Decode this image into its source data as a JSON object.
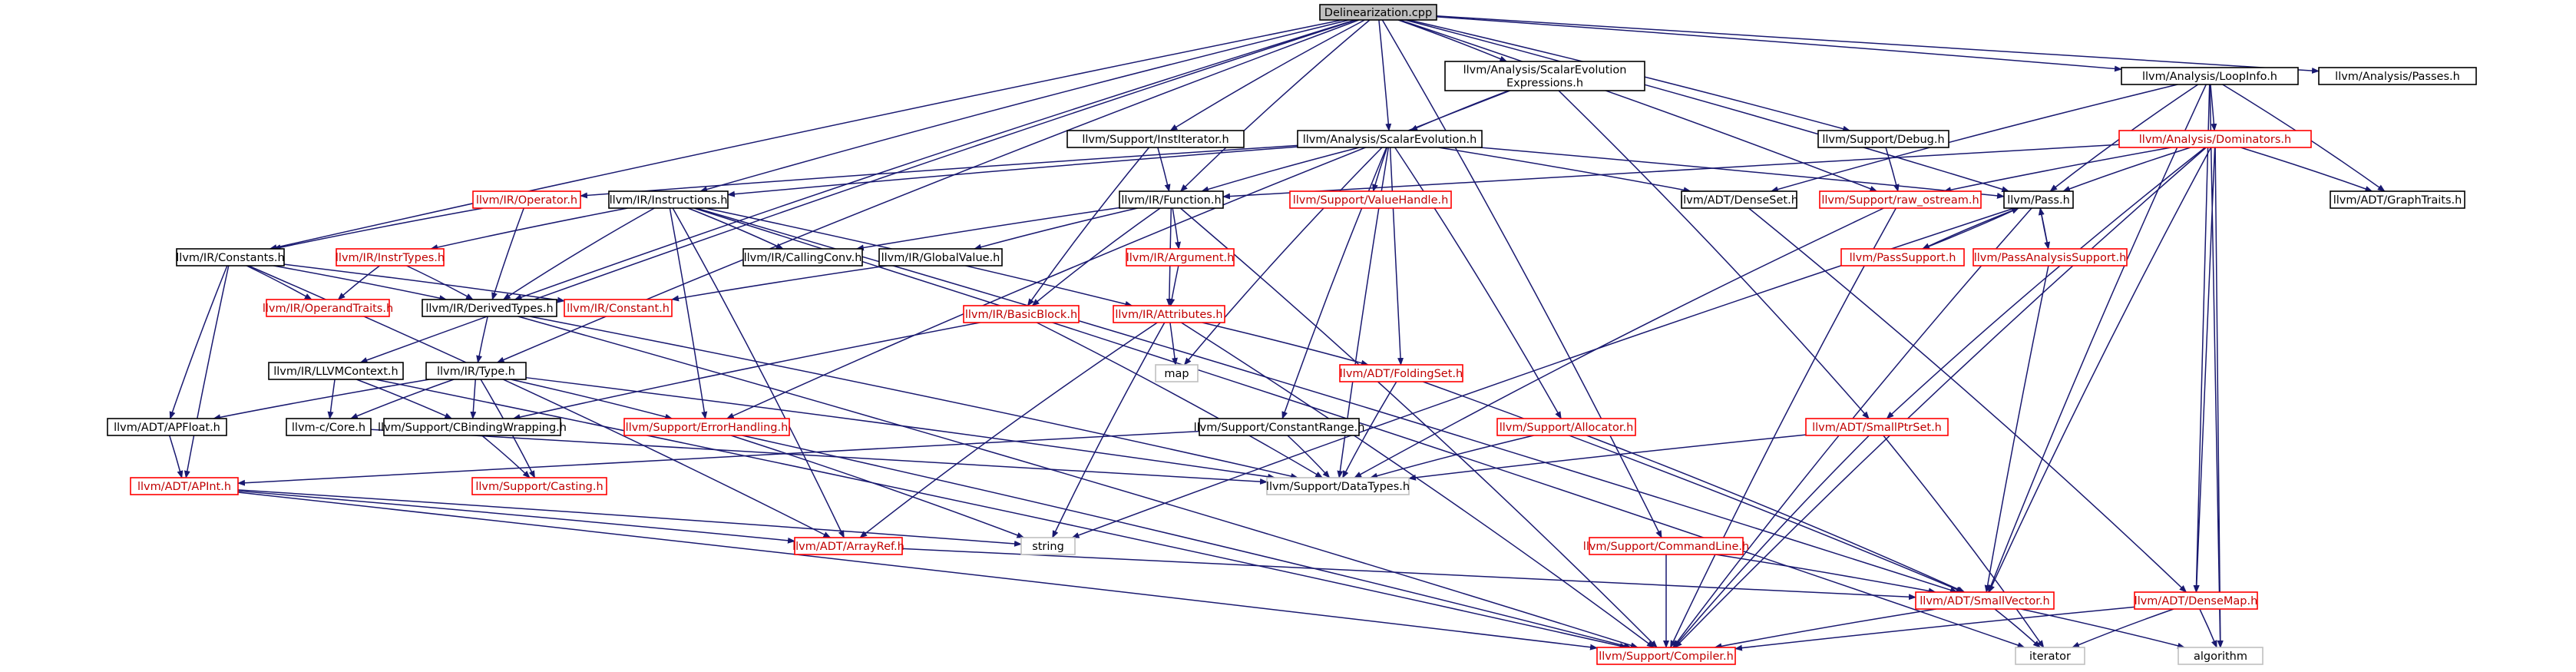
{
  "colors": {
    "background": "#ffffff",
    "edge": "#191970",
    "arrowhead": "#191970",
    "node_border": "#000000",
    "node_fill": "#ffffff",
    "root_fill": "#bfbfbf",
    "linked_text": "#000000",
    "red_border": "#ff0000",
    "red_text": "#c00000",
    "external_border": "#bfbfbf",
    "external_text": "#000000"
  },
  "root": {
    "id": "root",
    "label": "Delinearization.cpp"
  },
  "nodes": [
    {
      "id": "root",
      "lines": [
        "Delinearization.cpp"
      ],
      "style": "root"
    },
    {
      "id": "sexp",
      "lines": [
        "llvm/Analysis/ScalarEvolution",
        "Expressions.h"
      ],
      "style": "black"
    },
    {
      "id": "loopinfo",
      "lines": [
        "llvm/Analysis/LoopInfo.h"
      ],
      "style": "black"
    },
    {
      "id": "passes",
      "lines": [
        "llvm/Analysis/Passes.h"
      ],
      "style": "black"
    },
    {
      "id": "instit",
      "lines": [
        "llvm/Support/InstIterator.h"
      ],
      "style": "black"
    },
    {
      "id": "se",
      "lines": [
        "llvm/Analysis/ScalarEvolution.h"
      ],
      "style": "black"
    },
    {
      "id": "sdebug",
      "lines": [
        "llvm/Support/Debug.h"
      ],
      "style": "black"
    },
    {
      "id": "dominators",
      "lines": [
        "llvm/Analysis/Dominators.h"
      ],
      "style": "red"
    },
    {
      "id": "operator",
      "lines": [
        "llvm/IR/Operator.h"
      ],
      "style": "red"
    },
    {
      "id": "instructions",
      "lines": [
        "llvm/IR/Instructions.h"
      ],
      "style": "black"
    },
    {
      "id": "function",
      "lines": [
        "llvm/IR/Function.h"
      ],
      "style": "black"
    },
    {
      "id": "valuehandle",
      "lines": [
        "llvm/Support/ValueHandle.h"
      ],
      "style": "red"
    },
    {
      "id": "denseset",
      "lines": [
        "llvm/ADT/DenseSet.h"
      ],
      "style": "black"
    },
    {
      "id": "rawostream",
      "lines": [
        "llvm/Support/raw_ostream.h"
      ],
      "style": "red"
    },
    {
      "id": "pass",
      "lines": [
        "llvm/Pass.h"
      ],
      "style": "black"
    },
    {
      "id": "graphtraits",
      "lines": [
        "llvm/ADT/GraphTraits.h"
      ],
      "style": "black"
    },
    {
      "id": "constants",
      "lines": [
        "llvm/IR/Constants.h"
      ],
      "style": "black"
    },
    {
      "id": "instrtypes",
      "lines": [
        "llvm/IR/InstrTypes.h"
      ],
      "style": "red"
    },
    {
      "id": "callingconv",
      "lines": [
        "llvm/IR/CallingConv.h"
      ],
      "style": "black"
    },
    {
      "id": "globalvalue",
      "lines": [
        "llvm/IR/GlobalValue.h"
      ],
      "style": "black"
    },
    {
      "id": "argument",
      "lines": [
        "llvm/IR/Argument.h"
      ],
      "style": "red"
    },
    {
      "id": "passsupport",
      "lines": [
        "llvm/PassSupport.h"
      ],
      "style": "red"
    },
    {
      "id": "passanalysis",
      "lines": [
        "llvm/PassAnalysisSupport.h"
      ],
      "style": "red"
    },
    {
      "id": "operandtraits",
      "lines": [
        "llvm/IR/OperandTraits.h"
      ],
      "style": "red"
    },
    {
      "id": "derivedtypes",
      "lines": [
        "llvm/IR/DerivedTypes.h"
      ],
      "style": "black"
    },
    {
      "id": "constant",
      "lines": [
        "llvm/IR/Constant.h"
      ],
      "style": "red"
    },
    {
      "id": "basicblock",
      "lines": [
        "llvm/IR/BasicBlock.h"
      ],
      "style": "red"
    },
    {
      "id": "attributes",
      "lines": [
        "llvm/IR/Attributes.h"
      ],
      "style": "red"
    },
    {
      "id": "map",
      "lines": [
        "map"
      ],
      "style": "external"
    },
    {
      "id": "foldingset",
      "lines": [
        "llvm/ADT/FoldingSet.h"
      ],
      "style": "red"
    },
    {
      "id": "llvmcontext",
      "lines": [
        "llvm/IR/LLVMContext.h"
      ],
      "style": "black"
    },
    {
      "id": "type",
      "lines": [
        "llvm/IR/Type.h"
      ],
      "style": "black"
    },
    {
      "id": "apfloat",
      "lines": [
        "llvm/ADT/APFloat.h"
      ],
      "style": "black"
    },
    {
      "id": "corec",
      "lines": [
        "llvm-c/Core.h"
      ],
      "style": "black"
    },
    {
      "id": "cbinding",
      "lines": [
        "llvm/Support/CBindingWrapping.h"
      ],
      "style": "black"
    },
    {
      "id": "errorhandling",
      "lines": [
        "llvm/Support/ErrorHandling.h"
      ],
      "style": "red"
    },
    {
      "id": "constantrange",
      "lines": [
        "llvm/Support/ConstantRange.h"
      ],
      "style": "black"
    },
    {
      "id": "allocator",
      "lines": [
        "llvm/Support/Allocator.h"
      ],
      "style": "red"
    },
    {
      "id": "smallptrset",
      "lines": [
        "llvm/ADT/SmallPtrSet.h"
      ],
      "style": "red"
    },
    {
      "id": "apint",
      "lines": [
        "llvm/ADT/APInt.h"
      ],
      "style": "red"
    },
    {
      "id": "casting",
      "lines": [
        "llvm/Support/Casting.h"
      ],
      "style": "red"
    },
    {
      "id": "datatypes",
      "lines": [
        "llvm/Support/DataTypes.h"
      ],
      "style": "external"
    },
    {
      "id": "string",
      "lines": [
        "string"
      ],
      "style": "external"
    },
    {
      "id": "arrayref",
      "lines": [
        "llvm/ADT/ArrayRef.h"
      ],
      "style": "red"
    },
    {
      "id": "commandline",
      "lines": [
        "llvm/Support/CommandLine.h"
      ],
      "style": "red"
    },
    {
      "id": "smallvector",
      "lines": [
        "llvm/ADT/SmallVector.h"
      ],
      "style": "red"
    },
    {
      "id": "densemap",
      "lines": [
        "llvm/ADT/DenseMap.h"
      ],
      "style": "red"
    },
    {
      "id": "compiler",
      "lines": [
        "llvm/Support/Compiler.h"
      ],
      "style": "red"
    },
    {
      "id": "iterator",
      "lines": [
        "iterator"
      ],
      "style": "external"
    },
    {
      "id": "algorithm",
      "lines": [
        "algorithm"
      ],
      "style": "external"
    }
  ],
  "edges": [
    [
      "root",
      "sexp"
    ],
    [
      "root",
      "loopinfo"
    ],
    [
      "root",
      "passes"
    ],
    [
      "root",
      "instit"
    ],
    [
      "root",
      "se"
    ],
    [
      "root",
      "sdebug"
    ],
    [
      "root",
      "instructions"
    ],
    [
      "root",
      "function"
    ],
    [
      "root",
      "rawostream"
    ],
    [
      "root",
      "pass"
    ],
    [
      "root",
      "constants"
    ],
    [
      "root",
      "derivedtypes"
    ],
    [
      "root",
      "llvmcontext"
    ],
    [
      "root",
      "type"
    ],
    [
      "root",
      "commandline"
    ],
    [
      "sexp",
      "se"
    ],
    [
      "sexp",
      "errorhandling"
    ],
    [
      "sexp",
      "smallptrset"
    ],
    [
      "loopinfo",
      "dominators"
    ],
    [
      "loopinfo",
      "pass"
    ],
    [
      "loopinfo",
      "denseset"
    ],
    [
      "loopinfo",
      "graphtraits"
    ],
    [
      "loopinfo",
      "smallvector"
    ],
    [
      "loopinfo",
      "densemap"
    ],
    [
      "loopinfo",
      "algorithm"
    ],
    [
      "instit",
      "function"
    ],
    [
      "instit",
      "basicblock"
    ],
    [
      "se",
      "operator"
    ],
    [
      "se",
      "instructions"
    ],
    [
      "se",
      "function"
    ],
    [
      "se",
      "valuehandle"
    ],
    [
      "se",
      "denseset"
    ],
    [
      "se",
      "pass"
    ],
    [
      "se",
      "foldingset"
    ],
    [
      "se",
      "constantrange"
    ],
    [
      "se",
      "allocator"
    ],
    [
      "se",
      "datatypes"
    ],
    [
      "se",
      "map"
    ],
    [
      "sdebug",
      "rawostream"
    ],
    [
      "dominators",
      "function"
    ],
    [
      "dominators",
      "pass"
    ],
    [
      "dominators",
      "rawostream"
    ],
    [
      "dominators",
      "graphtraits"
    ],
    [
      "dominators",
      "smallptrset"
    ],
    [
      "dominators",
      "smallvector"
    ],
    [
      "dominators",
      "densemap"
    ],
    [
      "dominators",
      "compiler"
    ],
    [
      "dominators",
      "algorithm"
    ],
    [
      "operator",
      "constants"
    ],
    [
      "operator",
      "derivedtypes"
    ],
    [
      "instructions",
      "instrtypes"
    ],
    [
      "instructions",
      "derivedtypes"
    ],
    [
      "instructions",
      "callingconv"
    ],
    [
      "instructions",
      "attributes"
    ],
    [
      "instructions",
      "errorhandling"
    ],
    [
      "instructions",
      "arrayref"
    ],
    [
      "instructions",
      "smallvector"
    ],
    [
      "instructions",
      "iterator"
    ],
    [
      "function",
      "callingconv"
    ],
    [
      "function",
      "globalvalue"
    ],
    [
      "function",
      "argument"
    ],
    [
      "function",
      "basicblock"
    ],
    [
      "function",
      "attributes"
    ],
    [
      "function",
      "compiler"
    ],
    [
      "denseset",
      "densemap"
    ],
    [
      "rawostream",
      "compiler"
    ],
    [
      "rawostream",
      "datatypes"
    ],
    [
      "pass",
      "passsupport"
    ],
    [
      "pass",
      "passanalysis"
    ],
    [
      "pass",
      "compiler"
    ],
    [
      "pass",
      "string"
    ],
    [
      "passsupport",
      "pass"
    ],
    [
      "passanalysis",
      "pass"
    ],
    [
      "passanalysis",
      "smallvector"
    ],
    [
      "constants",
      "constant"
    ],
    [
      "constants",
      "operandtraits"
    ],
    [
      "constants",
      "derivedtypes"
    ],
    [
      "constants",
      "apfloat"
    ],
    [
      "constants",
      "apint"
    ],
    [
      "constants",
      "arrayref"
    ],
    [
      "instrtypes",
      "operandtraits"
    ],
    [
      "instrtypes",
      "derivedtypes"
    ],
    [
      "globalvalue",
      "constant"
    ],
    [
      "argument",
      "attributes"
    ],
    [
      "derivedtypes",
      "type"
    ],
    [
      "derivedtypes",
      "compiler"
    ],
    [
      "derivedtypes",
      "datatypes"
    ],
    [
      "basicblock",
      "cbinding"
    ],
    [
      "basicblock",
      "datatypes"
    ],
    [
      "attributes",
      "foldingset"
    ],
    [
      "attributes",
      "arrayref"
    ],
    [
      "attributes",
      "compiler"
    ],
    [
      "attributes",
      "map"
    ],
    [
      "attributes",
      "string"
    ],
    [
      "foldingset",
      "smallvector"
    ],
    [
      "foldingset",
      "datatypes"
    ],
    [
      "llvmcontext",
      "corec"
    ],
    [
      "llvmcontext",
      "cbinding"
    ],
    [
      "llvmcontext",
      "compiler"
    ],
    [
      "type",
      "apfloat"
    ],
    [
      "type",
      "corec"
    ],
    [
      "type",
      "cbinding"
    ],
    [
      "type",
      "errorhandling"
    ],
    [
      "type",
      "casting"
    ],
    [
      "type",
      "datatypes"
    ],
    [
      "apfloat",
      "apint"
    ],
    [
      "corec",
      "datatypes"
    ],
    [
      "cbinding",
      "casting"
    ],
    [
      "errorhandling",
      "compiler"
    ],
    [
      "errorhandling",
      "string"
    ],
    [
      "constantrange",
      "apint"
    ],
    [
      "constantrange",
      "datatypes"
    ],
    [
      "allocator",
      "smallvector"
    ],
    [
      "allocator",
      "datatypes"
    ],
    [
      "smallptrset",
      "compiler"
    ],
    [
      "smallptrset",
      "datatypes"
    ],
    [
      "smallptrset",
      "iterator"
    ],
    [
      "apint",
      "arrayref"
    ],
    [
      "apint",
      "compiler"
    ],
    [
      "apint",
      "string"
    ],
    [
      "arrayref",
      "smallvector"
    ],
    [
      "commandline",
      "smallvector"
    ],
    [
      "commandline",
      "compiler"
    ],
    [
      "smallvector",
      "compiler"
    ],
    [
      "smallvector",
      "iterator"
    ],
    [
      "smallvector",
      "algorithm"
    ],
    [
      "densemap",
      "compiler"
    ],
    [
      "densemap",
      "iterator"
    ],
    [
      "densemap",
      "algorithm"
    ]
  ]
}
